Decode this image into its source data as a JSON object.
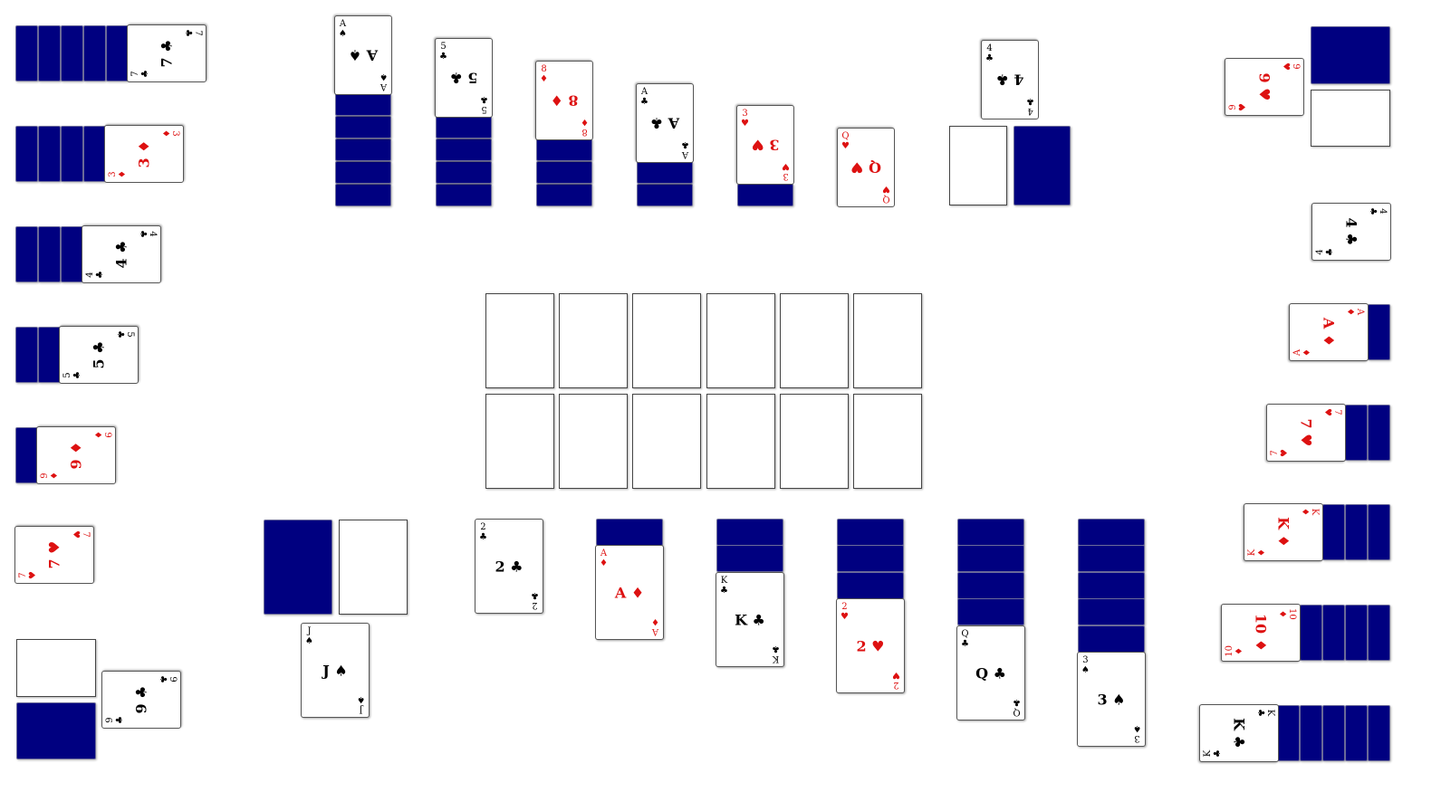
{
  "suit_symbols": {
    "spades": "♠",
    "clubs": "♣",
    "hearts": "♥",
    "diamonds": "♦"
  },
  "colors": {
    "card_back": "#000080",
    "red_suit": "#dd1111",
    "black_suit": "#000000",
    "table": "#ffffff"
  },
  "top_player": {
    "piles": [
      {
        "rank": "A",
        "suit": "spades"
      },
      {
        "rank": "5",
        "suit": "clubs"
      },
      {
        "rank": "8",
        "suit": "diamonds"
      },
      {
        "rank": "A",
        "suit": "clubs"
      },
      {
        "rank": "3",
        "suit": "hearts"
      },
      {
        "rank": "Q",
        "suit": "hearts"
      }
    ],
    "waste_card": {
      "rank": "4",
      "suit": "clubs"
    }
  },
  "left_player": {
    "piles": [
      {
        "rank": "7",
        "suit": "clubs"
      },
      {
        "rank": "3",
        "suit": "diamonds"
      },
      {
        "rank": "4",
        "suit": "clubs"
      },
      {
        "rank": "5",
        "suit": "clubs"
      },
      {
        "rank": "9",
        "suit": "diamonds"
      },
      {
        "rank": "7",
        "suit": "hearts"
      }
    ],
    "waste_card": {
      "rank": "9",
      "suit": "clubs"
    }
  },
  "right_player": {
    "waste_card": {
      "rank": "9",
      "suit": "hearts"
    },
    "piles": [
      {
        "rank": "4",
        "suit": "clubs"
      },
      {
        "rank": "A",
        "suit": "diamonds"
      },
      {
        "rank": "7",
        "suit": "hearts"
      },
      {
        "rank": "K",
        "suit": "diamonds"
      },
      {
        "rank": "10",
        "suit": "diamonds"
      },
      {
        "rank": "K",
        "suit": "clubs"
      }
    ]
  },
  "bottom_player": {
    "waste_card": {
      "rank": "J",
      "suit": "spades"
    },
    "piles": [
      {
        "rank": "2",
        "suit": "clubs"
      },
      {
        "rank": "A",
        "suit": "diamonds"
      },
      {
        "rank": "K",
        "suit": "clubs"
      },
      {
        "rank": "2",
        "suit": "hearts"
      },
      {
        "rank": "Q",
        "suit": "clubs"
      },
      {
        "rank": "3",
        "suit": "spades"
      }
    ]
  },
  "foundations": {
    "rows": 2,
    "columns": 6
  }
}
